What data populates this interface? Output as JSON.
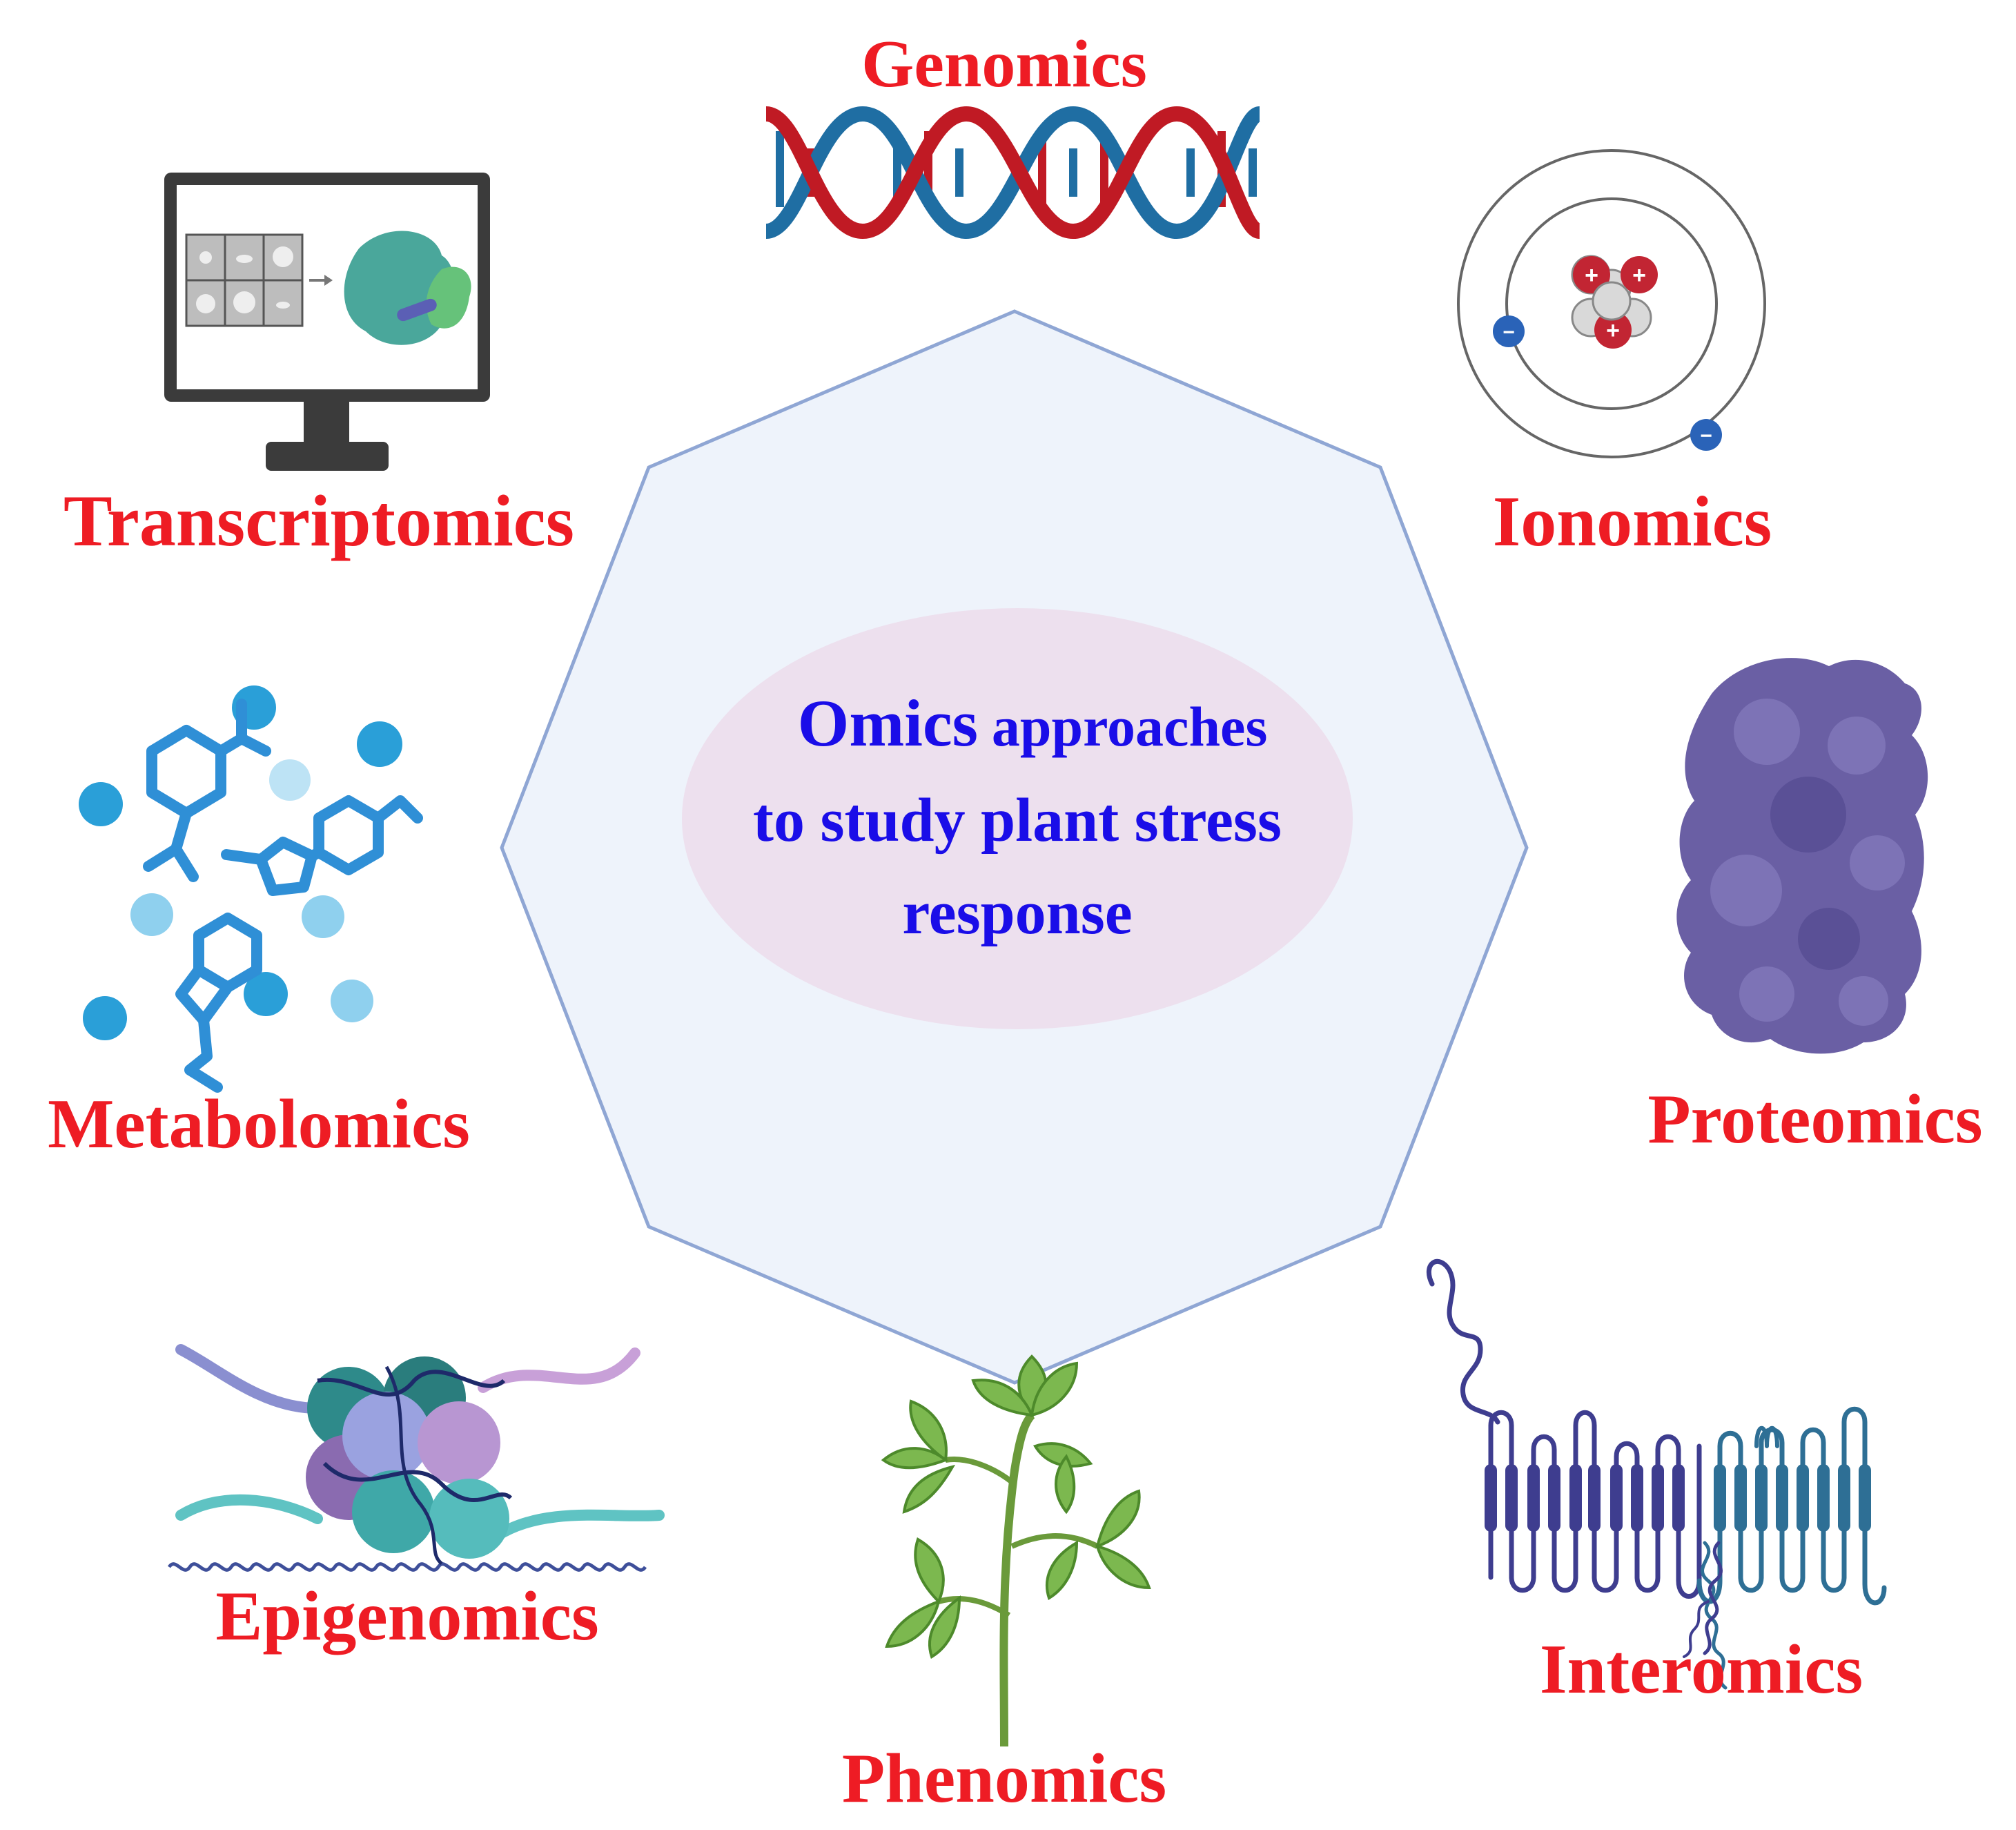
{
  "center": {
    "line1_word1": "Omics",
    "line1_word2": "approaches",
    "line2": "to study plant stress",
    "line3": "response"
  },
  "labels": {
    "genomics": "Genomics",
    "transcriptomics": "Transcriptomics",
    "ionomics": "Ionomics",
    "metabolomics": "Metabolomics",
    "proteomics": "Proteomics",
    "epigenomics": "Epigenomics",
    "interomics": "Interomics",
    "phenomics": "Phenomics"
  },
  "atom": {
    "plus": "+",
    "minus": "−"
  },
  "colors": {
    "label_red": "#ee1c24",
    "center_text_blue": "#1a0de8",
    "octagon_fill": "#eef3fb",
    "octagon_stroke": "#8fa6d4",
    "ellipse_fill": "#ede0ee",
    "dna_red": "#c01a24",
    "dna_blue": "#1f6ea3",
    "metabolite_blue": "#2f8fd6",
    "protein_purple": "#6a5fa4",
    "plant_green": "#6aa84f",
    "membrane_purple": "#3e3d8f",
    "membrane_teal": "#2e6f95"
  },
  "icons": [
    "dna-helix-icon",
    "computer-monitor-icon",
    "atom-icon",
    "metabolite-molecules-icon",
    "protein-blob-icon",
    "nucleosome-icon",
    "membrane-protein-icon",
    "plant-seedling-icon"
  ]
}
